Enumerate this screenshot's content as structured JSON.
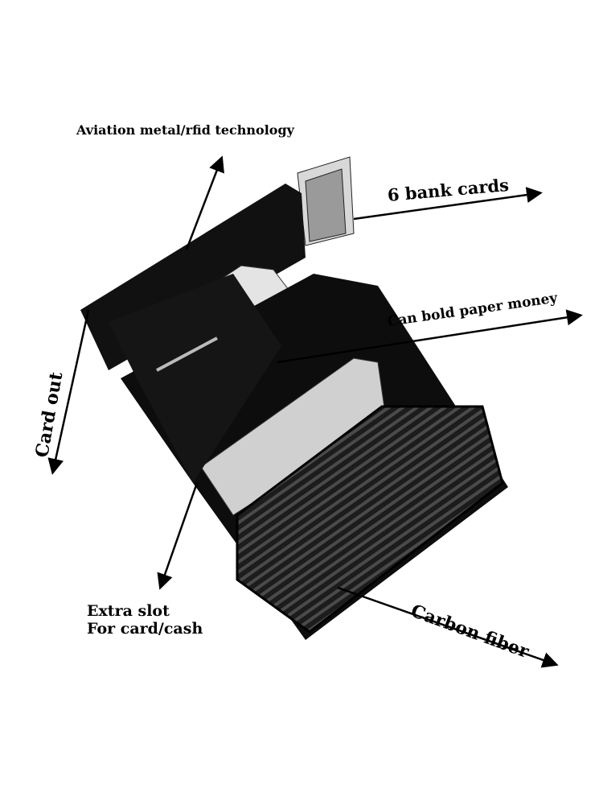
{
  "annotations": {
    "aviation": "Aviation metal/rfid technology",
    "bank_cards": "6 bank cards",
    "paper_money": "Can bold paper money",
    "card_out": "Card out",
    "extra_slot_line1": "Extra slot",
    "extra_slot_line2": "For card/cash",
    "carbon_fiber": "Carbon fiber"
  },
  "colors": {
    "wallet": "#0d0d0d",
    "metal": "#1a1a1a",
    "card": "#cfcfcf",
    "bill": "#e6e6e6"
  }
}
